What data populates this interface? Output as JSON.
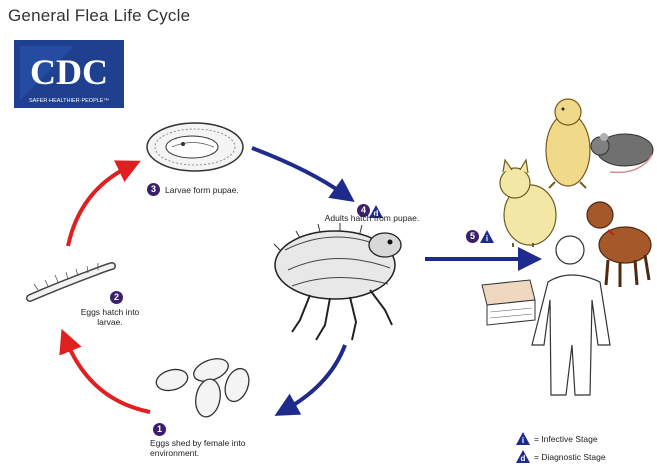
{
  "title": "General Flea Life Cycle",
  "logo": {
    "text": "CDC",
    "tagline": "SAFER·HEALTHIER·PEOPLE™",
    "color": "#1f3f8f"
  },
  "steps": [
    {
      "number": "1",
      "label": "Eggs shed by female into environment."
    },
    {
      "number": "2",
      "label": "Eggs hatch into larvae."
    },
    {
      "number": "3",
      "label": "Larvae form pupae."
    },
    {
      "number": "4",
      "label": "Adults hatch from pupae."
    },
    {
      "number": "5",
      "label": ""
    }
  ],
  "stage_icons": {
    "infective": "i",
    "diagnostic": "d"
  },
  "legend": {
    "infective": "= Infective Stage",
    "diagnostic": "= Diagnostic Stage"
  },
  "colors": {
    "red_arrow": "#e02020",
    "blue_arrow": "#1e2a8c",
    "badge": "#3b1f6b",
    "stage_triangle": "#1e2a8c"
  }
}
